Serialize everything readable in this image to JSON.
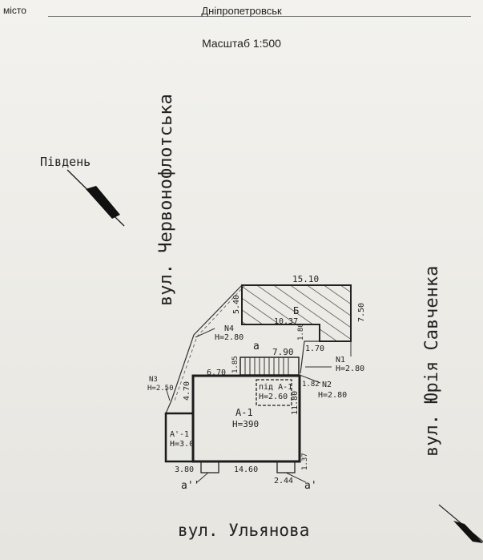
{
  "header": {
    "city_label": "місто",
    "city_name": "Дніпропетровськ",
    "scale": "Масштаб 1:500"
  },
  "orientation": {
    "south_label": "Південь"
  },
  "streets": {
    "left": "вул. Червонофлотська",
    "right": "вул. Юрія Савченка",
    "bottom": "вул. Ульянова"
  },
  "buildings": {
    "main": {
      "label": "А-1",
      "height": "Н=390"
    },
    "annex": {
      "label": "А'-1",
      "height": "Н=3.0"
    },
    "b": {
      "label": "Б"
    },
    "basement": {
      "label": "під А-1",
      "height": "Н=2.60"
    }
  },
  "porch_a": "а",
  "porch_a1": "а'",
  "porch_a2": "а''",
  "points": {
    "n1": {
      "label": "N1",
      "height": "Н=2.80"
    },
    "n2": {
      "label": "N2",
      "height": "Н=2.80"
    },
    "n3": {
      "label": "N3",
      "height": "Н=2.50"
    },
    "n4": {
      "label": "N4",
      "height": "Н=2.80"
    }
  },
  "dimensions": {
    "top": "15.10",
    "b_inner": "10.37",
    "b_left": "5.40",
    "b_right": "7.50",
    "b_step": "1.80",
    "step_h": "1.70",
    "porch_len": "7.90",
    "front_left": "6.70",
    "porch_side": "1.85",
    "left_side": "4.70",
    "right_small": "1.82",
    "right_side": "11.80",
    "bottom_left": "3.80",
    "bottom_main": "14.60",
    "bottom_right": "2.44",
    "corner": "1.37"
  }
}
